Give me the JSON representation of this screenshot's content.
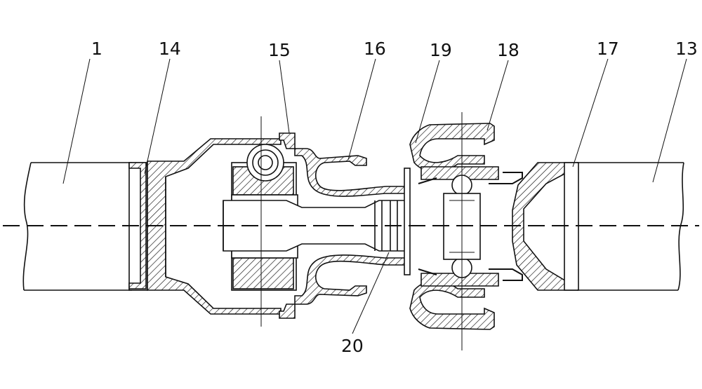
{
  "labels": {
    "l1": "1",
    "l14": "14",
    "l15": "15",
    "l16": "16",
    "l19": "19",
    "l18": "18",
    "l17": "17",
    "l13": "13",
    "l20": "20"
  }
}
